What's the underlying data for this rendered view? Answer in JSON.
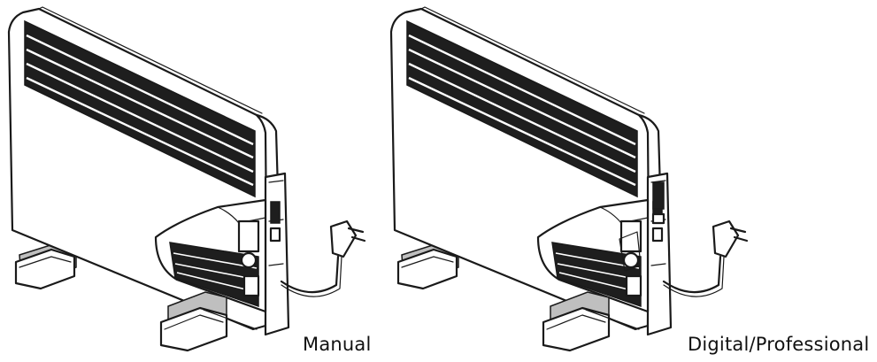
{
  "variants": [
    {
      "key": "manual",
      "label": "Manual"
    },
    {
      "key": "digital",
      "label": "Digital/Professional"
    }
  ],
  "style": {
    "line_color": "#1a1a1a",
    "grille_color": "#1e1e1e",
    "background": "#ffffff"
  }
}
